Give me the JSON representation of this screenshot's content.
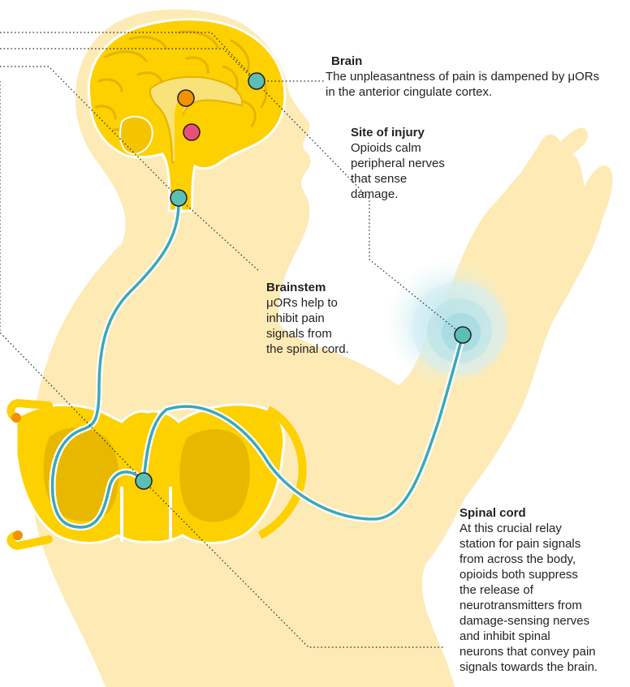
{
  "labels": {
    "brain": {
      "title": "Brain",
      "text": "The unpleasantness of pain is dampened by μORs in the anterior cingulate cortex."
    },
    "injury": {
      "title": "Site of injury",
      "text": "Opioids calm\nperipheral nerves\nthat sense\ndamage."
    },
    "brainstem": {
      "title": "Brainstem",
      "text": "μORs help to\ninhibit pain\nsignals from\nthe spinal cord."
    },
    "spinal": {
      "title": "Spinal cord",
      "text": "At this crucial relay\nstation for pain signals\nfrom across the body,\nopioids both suppress\nthe release of\nneurotransmitters from\ndamage-sensing nerves\nand inhibit spinal\nneurons that convey pain\nsignals towards the brain."
    }
  },
  "colors": {
    "body": "#fdeab5",
    "brain": "#fdd000",
    "brain_dark": "#e4b400",
    "nerve": "#3aa9b8",
    "marker": "#5cbfb4",
    "marker_orange": "#f39200",
    "marker_pink": "#e8507a",
    "glow": "#bfe6ec",
    "leader": "#231f20"
  },
  "icons": {
    "marker": "circle-marker",
    "body": "human-silhouette"
  }
}
